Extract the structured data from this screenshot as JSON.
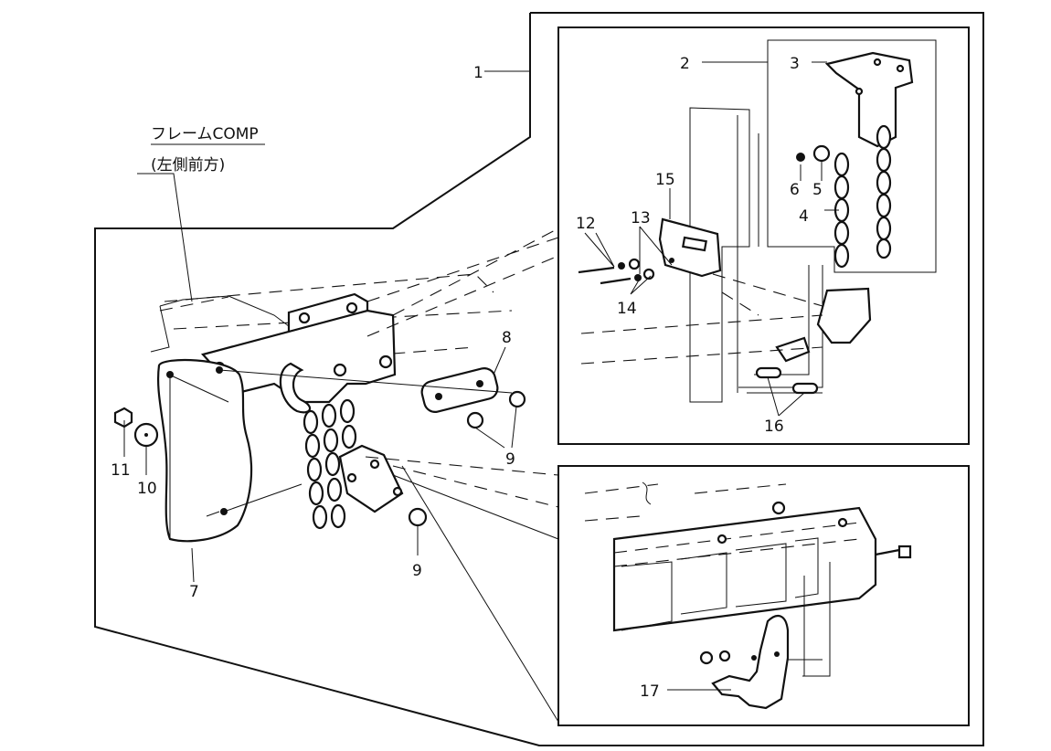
{
  "title": {
    "line1": "フレームCOMP",
    "line2": "(左側前方)"
  },
  "callouts": {
    "c1": "1",
    "c2": "2",
    "c3": "3",
    "c4": "4",
    "c5": "5",
    "c6": "6",
    "c7": "7",
    "c8": "8",
    "c9a": "9",
    "c9b": "9",
    "c10": "10",
    "c11": "11",
    "c12": "12",
    "c13": "13",
    "c14": "14",
    "c15": "15",
    "c16": "16",
    "c17": "17"
  }
}
